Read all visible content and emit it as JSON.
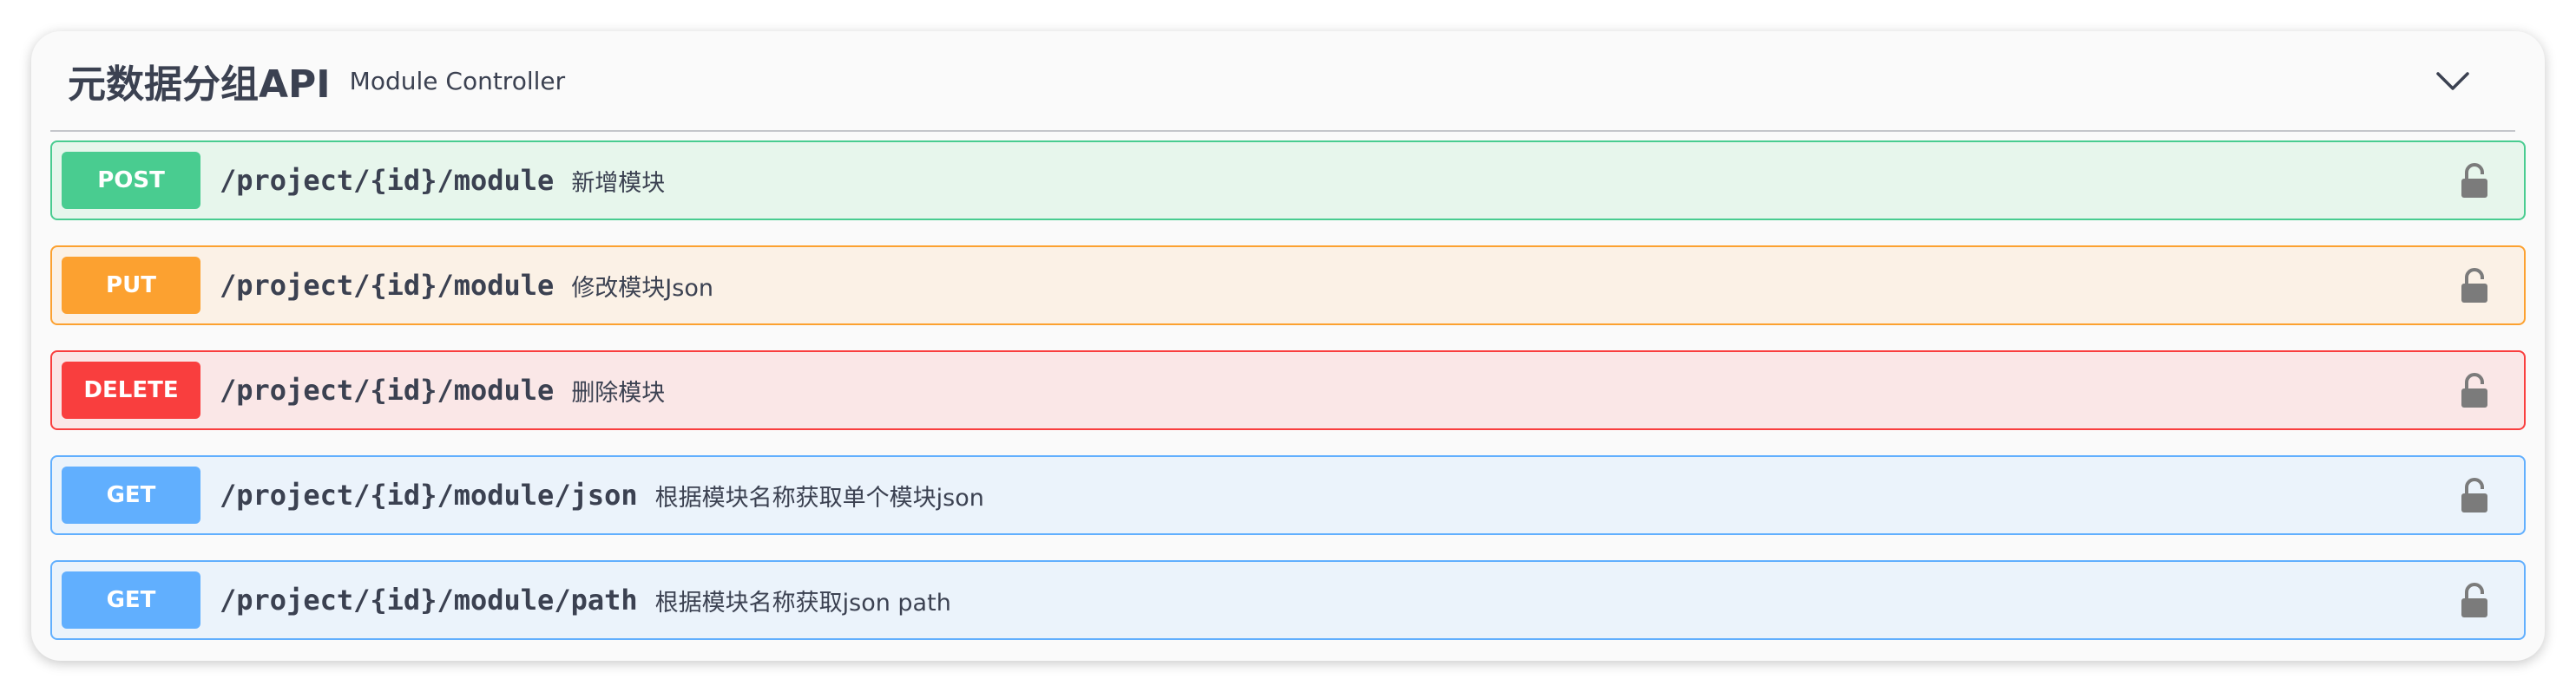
{
  "section": {
    "title": "元数据分组API",
    "description": "Module Controller"
  },
  "operations": [
    {
      "method": "POST",
      "path": "/project/{id}/module",
      "summary": "新增模块"
    },
    {
      "method": "PUT",
      "path": "/project/{id}/module",
      "summary": "修改模块Json"
    },
    {
      "method": "DELETE",
      "path": "/project/{id}/module",
      "summary": "删除模块"
    },
    {
      "method": "GET",
      "path": "/project/{id}/module/json",
      "summary": "根据模块名称获取单个模块json"
    },
    {
      "method": "GET",
      "path": "/project/{id}/module/path",
      "summary": "根据模块名称获取json path"
    }
  ],
  "colors": {
    "post": "#49cc90",
    "put": "#fca130",
    "delete": "#f93e3e",
    "get": "#61affe",
    "text": "#3b4151"
  },
  "icons": {
    "collapse": "chevron-down-icon",
    "auth": "unlocked-icon"
  }
}
